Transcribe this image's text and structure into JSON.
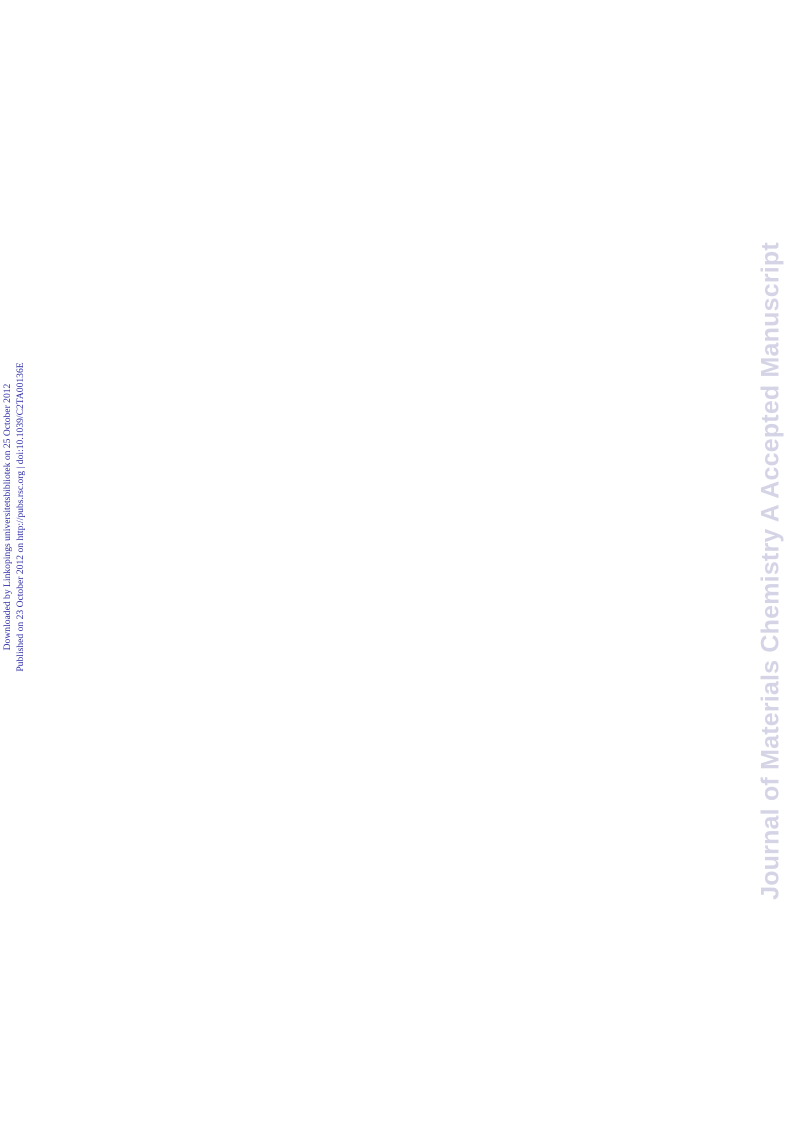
{
  "provenance": {
    "downloaded_line": "Downloaded by Linkopings universitetsbibliotek on 25 October 2012",
    "published_line": "Published on 23 October 2012 on http://pubs.rsc.org | doi:10.1039/C2TA00136E"
  },
  "watermark": {
    "text": "Journal of Materials Chemistry A Accepted Manuscript"
  },
  "colors": {
    "provenance_text": "#2e2ea6",
    "watermark_text": "#d4d4e6",
    "background": "#ffffff"
  }
}
